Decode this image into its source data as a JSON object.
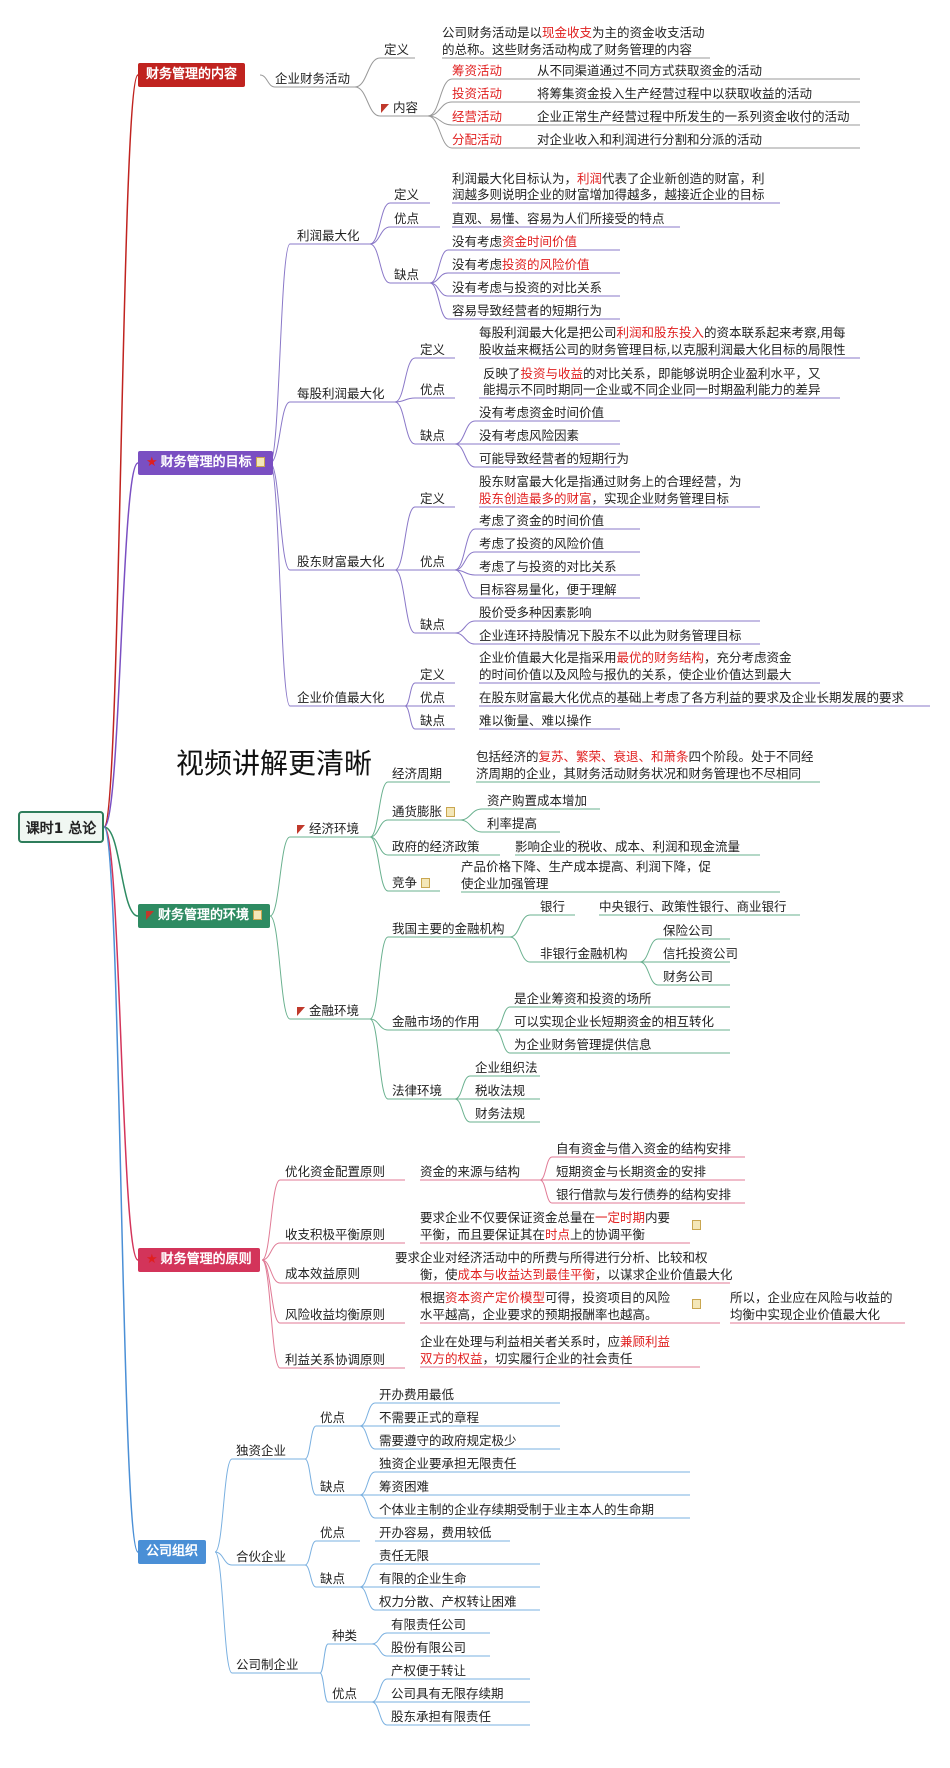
{
  "root": "课时1 总论",
  "watermark": "视频讲解更清晰",
  "colors": {
    "content": "#c0231f",
    "goal": "#7a4fc2",
    "env": "#2e8b62",
    "principle": "#d3345a",
    "org": "#4a8fd6",
    "red_text": "#e01f1f"
  },
  "content": {
    "title": "财务管理的内容",
    "activity": "企业财务活动",
    "def_label": "定义",
    "def_text_a": "公司财务活动是以",
    "def_text_b": "现金收支",
    "def_text_c": "为主的资金收支活动",
    "def_text_d": "的总称。这些财务活动构成了财务管理的内容",
    "items_label": "内容",
    "items": [
      {
        "name": "筹资活动",
        "desc": "从不同渠道通过不同方式获取资金的活动"
      },
      {
        "name": "投资活动",
        "desc": "将筹集资金投入生产经营过程中以获取收益的活动"
      },
      {
        "name": "经营活动",
        "desc": "企业正常生产经营过程中所发生的一系列资金收付的活动"
      },
      {
        "name": "分配活动",
        "desc": "对企业收入和利润进行分割和分派的活动"
      }
    ]
  },
  "goal": {
    "title": "财务管理的目标",
    "profit": {
      "name": "利润最大化",
      "def_label": "定义",
      "def_a": "利润最大化目标认为，",
      "def_b": "利润",
      "def_c": "代表了企业新创造的财富，利",
      "def_d": "润越多则说明企业的财富增加得越多，越接近企业的目标",
      "adv_label": "优点",
      "adv": "直观、易懂、容易为人们所接受的特点",
      "dis_label": "缺点",
      "dis1_a": "没有考虑",
      "dis1_b": "资金时间价值",
      "dis2_a": "没有考虑",
      "dis2_b": "投资的风险价值",
      "dis3": "没有考虑与投资的对比关系",
      "dis4": "容易导致经营者的短期行为"
    },
    "eps": {
      "name": "每股利润最大化",
      "def_label": "定义",
      "def_a": "每股利润最大化是把公司",
      "def_b": "利润和股东投入",
      "def_c": "的资本联系起来考察,用每",
      "def_d": "股收益来概括公司的财务管理目标,以克服利润最大化目标的局限性",
      "adv_label": "优点",
      "adv_a": "反映了",
      "adv_b": "投资与收益",
      "adv_c": "的对比关系，即能够说明企业盈利水平，又",
      "adv_d": "能揭示不同时期同一企业或不同企业同一时期盈利能力的差异",
      "dis_label": "缺点",
      "dis1": "没有考虑资金时间价值",
      "dis2": "没有考虑风险因素",
      "dis3": "可能导致经营者的短期行为"
    },
    "sh": {
      "name": "股东财富最大化",
      "def_label": "定义",
      "def_a": "股东财富最大化是指通过财务上的合理经营，为",
      "def_b": "股东创造最多的财富",
      "def_c": "，实现企业财务管理目标",
      "adv_label": "优点",
      "adv1": "考虑了资金的时间价值",
      "adv2": "考虑了投资的风险价值",
      "adv3": "考虑了与投资的对比关系",
      "adv4": "目标容易量化，便于理解",
      "dis_label": "缺点",
      "dis1": "股价受多种因素影响",
      "dis2": "企业连环持股情况下股东不以此为财务管理目标"
    },
    "val": {
      "name": "企业价值最大化",
      "def_label": "定义",
      "def_a": "企业价值最大化是指采用",
      "def_b": "最优的财务结构",
      "def_c": "，充分考虑资金",
      "def_d": "的时间价值以及风险与报仇的关系，使企业价值达到最大",
      "adv_label": "优点",
      "adv": "在股东财富最大化优点的基础上考虑了各方利益的要求及企业长期发展的要求",
      "dis_label": "缺点",
      "dis": "难以衡量、难以操作"
    }
  },
  "env": {
    "title": "财务管理的环境",
    "econ": {
      "name": "经济环境",
      "cycle": "经济周期",
      "cycle_a": "包括经济的",
      "cycle_b": "复苏、繁荣、衰退、和萧条",
      "cycle_c": "四个阶段。处于不同经",
      "cycle_d": "济周期的企业，其财务活动财务状况和财务管理也不尽相同",
      "infl": "通货膨胀",
      "infl1": "资产购置成本增加",
      "infl2": "利率提高",
      "policy": "政府的经济政策",
      "policy_text": "影响企业的税收、成本、利润和现金流量",
      "comp": "竞争",
      "comp_a": "产品价格下降、生产成本提高、利润下降，促",
      "comp_b": "使企业加强管理"
    },
    "fin": {
      "name": "金融环境",
      "inst": "我国主要的金融机构",
      "bank": "银行",
      "bank_text": "中央银行、政策性银行、商业银行",
      "nonbank": "非银行金融机构",
      "nb1": "保险公司",
      "nb2": "信托投资公司",
      "nb3": "财务公司",
      "market": "金融市场的作用",
      "m1": "是企业筹资和投资的场所",
      "m2": "可以实现企业长短期资金的相互转化",
      "m3": "为企业财务管理提供信息",
      "law": "法律环境",
      "law1": "企业组织法",
      "law2": "税收法规",
      "law3": "财务法规"
    }
  },
  "principle": {
    "title": "财务管理的原则",
    "p1": "优化资金配置原则",
    "p1_sub": "资金的来源与结构",
    "p1_a": "自有资金与借入资金的结构安排",
    "p1_b": "短期资金与长期资金的安排",
    "p1_c": "银行借款与发行债券的结构安排",
    "p2": "收支积极平衡原则",
    "p2_a": "要求企业不仅要保证资金总量在",
    "p2_b": "一定时期",
    "p2_c": "内要",
    "p2_d": "平衡，而且要保证其在",
    "p2_e": "时点",
    "p2_f": "上的协调平衡",
    "p3": "成本效益原则",
    "p3_a": "要求企业对经济活动中的所费与所得进行分析、比较和权",
    "p3_b": "衡，使",
    "p3_c": "成本与收益达到最佳平衡",
    "p3_d": "，以谋求企业价值最大化",
    "p4": "风险收益均衡原则",
    "p4_a": "根据",
    "p4_b": "资本资产定价模型",
    "p4_c": "可得，投资项目的风险",
    "p4_d": "水平越高，企业要求的预期报酬率也越高。",
    "p4_e": "所以，企业应在风险与收益的",
    "p4_f": "均衡中实现企业价值最大化",
    "p5": "利益关系协调原则",
    "p5_a": "企业在处理与利益相关者关系时，应",
    "p5_b": "兼顾利益",
    "p5_c": "双方的权益",
    "p5_d": "，切实履行企业的社会责任"
  },
  "org": {
    "title": "公司组织",
    "sole": "独资企业",
    "sole_adv": "优点",
    "sole_adv1": "开办费用最低",
    "sole_adv2": "不需要正式的章程",
    "sole_adv3": "需要遵守的政府规定极少",
    "sole_dis": "缺点",
    "sole_dis1": "独资企业要承担无限责任",
    "sole_dis2": "筹资困难",
    "sole_dis3": "个体业主制的企业存续期受制于业主本人的生命期",
    "part": "合伙企业",
    "part_adv": "优点",
    "part_adv1": "开办容易，费用较低",
    "part_dis": "缺点",
    "part_dis1": "责任无限",
    "part_dis2": "有限的企业生命",
    "part_dis3": "权力分散、产权转让困难",
    "corp": "公司制企业",
    "corp_kind": "种类",
    "corp_kind1": "有限责任公司",
    "corp_kind2": "股份有限公司",
    "corp_adv": "优点",
    "corp_adv1": "产权便于转让",
    "corp_adv2": "公司具有无限存续期",
    "corp_adv3": "股东承担有限责任"
  }
}
